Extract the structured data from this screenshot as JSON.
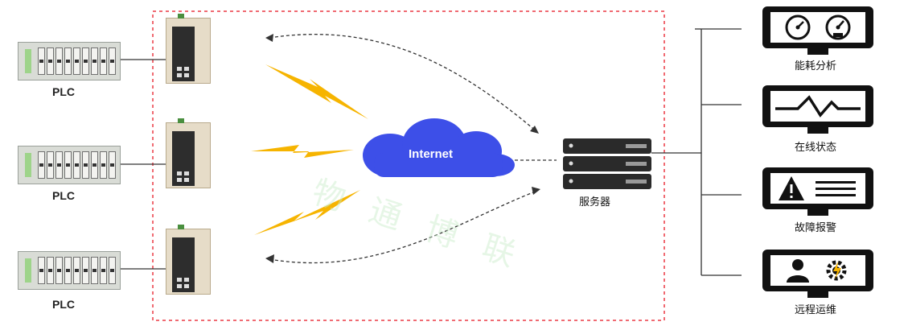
{
  "plcs": [
    {
      "label": "PLC"
    },
    {
      "label": "PLC"
    },
    {
      "label": "PLC"
    }
  ],
  "cloud": {
    "label": "Internet"
  },
  "server": {
    "label": "服务器"
  },
  "functions": [
    {
      "label": "能耗分析",
      "icon": "gauge-icon"
    },
    {
      "label": "在线状态",
      "icon": "pulse-icon"
    },
    {
      "label": "故障报警",
      "icon": "warning-icon"
    },
    {
      "label": "远程运维",
      "icon": "user-gear-icon"
    }
  ],
  "watermark": "物通博联",
  "colors": {
    "boundary": "#f06a72",
    "cloud": "#3d4fe8",
    "lightning": "#f6b400",
    "link": "#333333"
  }
}
